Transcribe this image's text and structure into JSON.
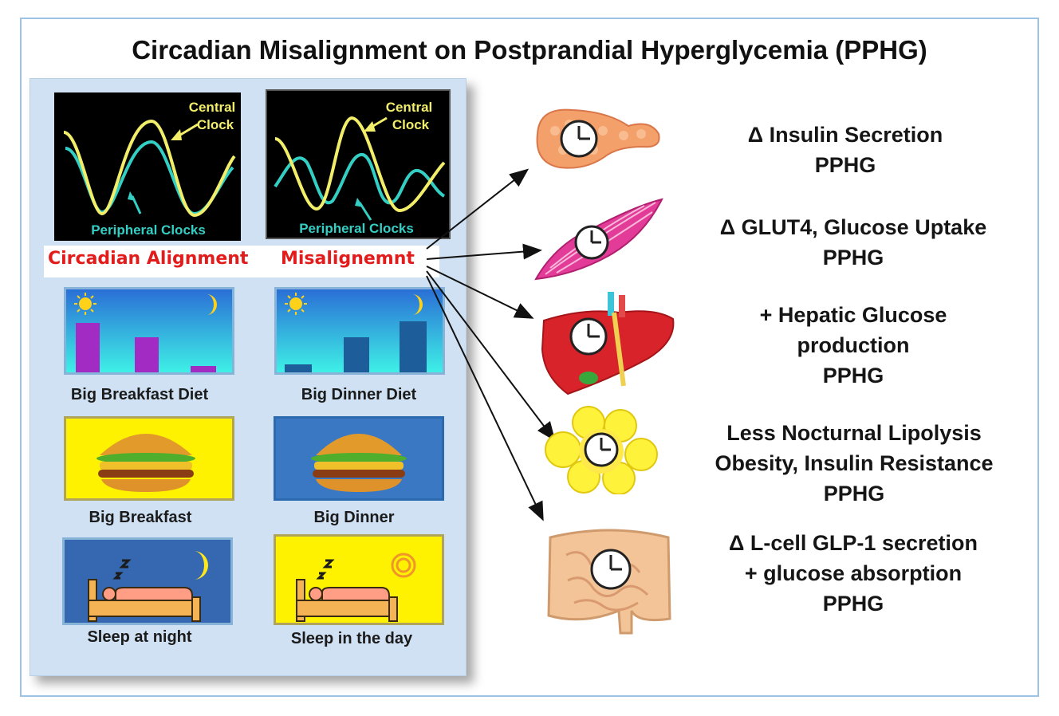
{
  "title": "Circadian Misalignment on Postprandial Hyperglycemia (PPHG)",
  "clock_panels": [
    {
      "central_label_1": "Central",
      "central_label_2": "Clock",
      "peripheral_label": "Peripheral Clocks"
    },
    {
      "central_label_1": "Central",
      "central_label_2": "Clock",
      "peripheral_label": "Peripheral Clocks"
    }
  ],
  "banner": {
    "left": "Circadian Alignment",
    "right": "Misalignemnt"
  },
  "captions": {
    "diet_left": "Big Breakfast Diet",
    "diet_right": "Big Dinner Diet",
    "meal_left": "Big Breakfast",
    "meal_right": "Big Dinner",
    "sleep_left": "Sleep at night",
    "sleep_right": "Sleep in the day"
  },
  "organs": [
    {
      "icon": "pancreas-icon",
      "lines": [
        "Δ Insulin Secretion",
        "PPHG"
      ]
    },
    {
      "icon": "muscle-icon",
      "lines": [
        "Δ GLUT4, Glucose Uptake",
        "PPHG"
      ]
    },
    {
      "icon": "liver-icon",
      "lines": [
        "+ Hepatic Glucose",
        "production",
        "PPHG"
      ]
    },
    {
      "icon": "adipose-icon",
      "lines": [
        "Less  Nocturnal Lipolysis",
        "Obesity, Insulin Resistance",
        "PPHG"
      ]
    },
    {
      "icon": "intestine-icon",
      "lines": [
        "Δ L-cell GLP-1 secretion",
        "+ glucose absorption",
        "PPHG"
      ]
    }
  ],
  "colors": {
    "central_clock": "#f2ee6a",
    "peripheral_clock": "#34cfc4",
    "banner_text": "#e21b1b",
    "aligned_bars": "#a22bc4",
    "misaligned_bars": "#1d5d9a",
    "frame": "#9cc3e4"
  }
}
